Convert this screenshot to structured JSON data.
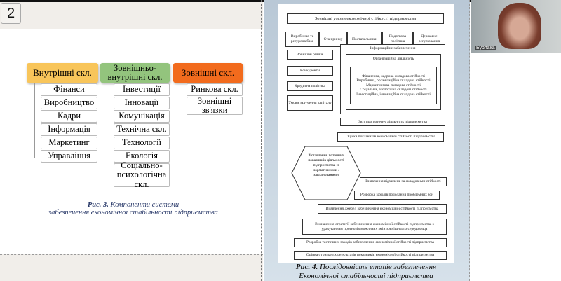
{
  "slide": {
    "number": "2"
  },
  "fig3": {
    "columns": [
      {
        "header": "Внутрішні скл.",
        "color": "#f8c55a",
        "items": [
          "Фінанси",
          "Виробництво",
          "Кадри",
          "Інформація",
          "Маркетинг",
          "Управління"
        ]
      },
      {
        "header": "Зовнішньо-внутрішні скл.",
        "color": "#93c47d",
        "items": [
          "Інвестиції",
          "Інновації",
          "Комунікація",
          "Технічна скл.",
          "Технології",
          "Екологія",
          "Соціально-психологічна скл."
        ]
      },
      {
        "header": "Зовнішні скл.",
        "color": "#f26b1d",
        "items": [
          "Ринкова скл.",
          "Зовнішні зв'язки"
        ]
      }
    ],
    "caption_bold": "Рис. 3.",
    "caption_1": "Компоненти системи",
    "caption_2": "забезпечення економічної стабільності підприємства"
  },
  "fig4": {
    "top": "Зовнішні умови економічної стійкості підприємства",
    "row": [
      "Виробнича та ресурсна база",
      "Стан ринку",
      "Постачальники",
      "Податкова політика",
      "Державне регулювання"
    ],
    "left": [
      "Зовнішні ринки",
      "Конкуренти",
      "Кредитна політика",
      "Умови залучення капіталу"
    ],
    "info": "Інформаційне забезпечення",
    "org": "Організаційна діяльність",
    "components": [
      "Фінансова, кадрова складова стійкості",
      "Виробнича, організаційна складова стійкості",
      "Маркетингова складова стійкості",
      "Соціальна, екологічна складові стійкості",
      "Інвестиційна, інноваційна складова стійкості"
    ],
    "report": "Звіт про поточну діяльність підприємства",
    "assess": "Оцінка показників економічної стійкості підприємства",
    "compare": "Зіставлення поточних показників діяльності підприємства із нормативними /запланованими",
    "steps": [
      "Виявлення відхилень за складовими стійкості",
      "Розробка заходів подолання проблемних зон",
      "Виявлення джерел забезпечення економічної стійкості підприємства",
      "Визначення стратегії забезпечення економічної стійкості підприємства з урахуванням прогнозів можливих змін зовнішнього середовища",
      "Розробка тактичних заходів забезпечення економічної стійкості підприємства",
      "Оцінка отриманих результатів показників економічної стійкості підприємства"
    ],
    "caption_bold": "Рис. 4.",
    "caption_1": "Послідовність етапів забезпечення",
    "caption_2": "Економічної стабільності підприємства"
  },
  "webcam": {
    "name": "Бурлака"
  }
}
